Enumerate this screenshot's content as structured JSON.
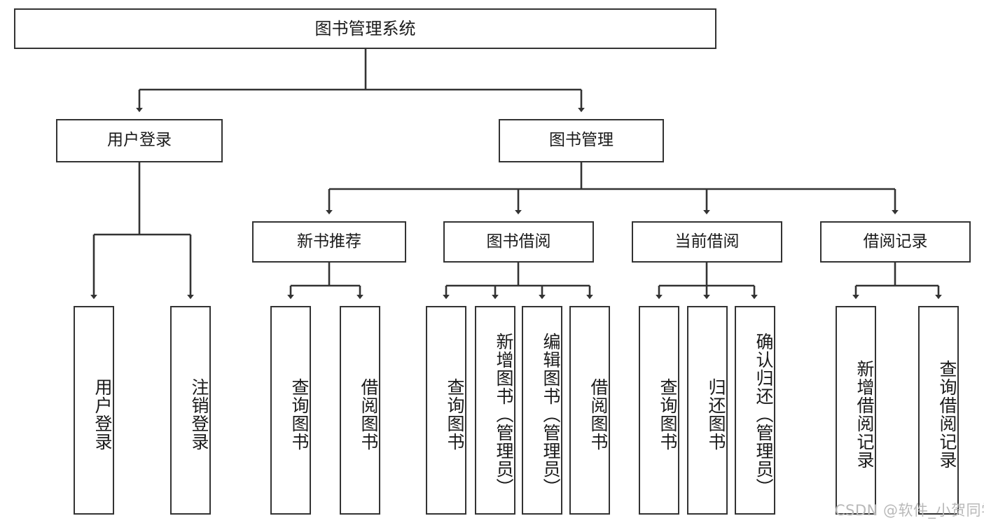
{
  "diagram": {
    "type": "tree",
    "title": "图书管理系统",
    "watermark": "CSDN @软件_小贺同学",
    "colors": {
      "box_border": "#333333",
      "box_fill": "#ffffff",
      "connector": "#333333",
      "text": "#1a1a1a",
      "watermark": "#b9b9b9",
      "background": "#ffffff"
    },
    "root": {
      "label": "图书管理系统"
    },
    "level1": [
      {
        "label": "用户登录"
      },
      {
        "label": "图书管理"
      }
    ],
    "level2": [
      {
        "label": "新书推荐"
      },
      {
        "label": "图书借阅"
      },
      {
        "label": "当前借阅"
      },
      {
        "label": "借阅记录"
      }
    ],
    "leaves": {
      "user_login": [
        {
          "label": "用户登录"
        },
        {
          "label": "注销登录"
        }
      ],
      "new_book_recommend": [
        {
          "label": "查询图书"
        },
        {
          "label": "借阅图书"
        }
      ],
      "book_borrow": [
        {
          "label": "查询图书"
        },
        {
          "label": "新增图书（管理员）"
        },
        {
          "label": "编辑图书（管理员）"
        },
        {
          "label": "借阅图书"
        }
      ],
      "current_borrow": [
        {
          "label": "查询图书"
        },
        {
          "label": "归还图书"
        },
        {
          "label": "确认归还（管理员）"
        }
      ],
      "borrow_record": [
        {
          "label": "新增借阅记录"
        },
        {
          "label": "查询借阅记录"
        }
      ]
    }
  }
}
